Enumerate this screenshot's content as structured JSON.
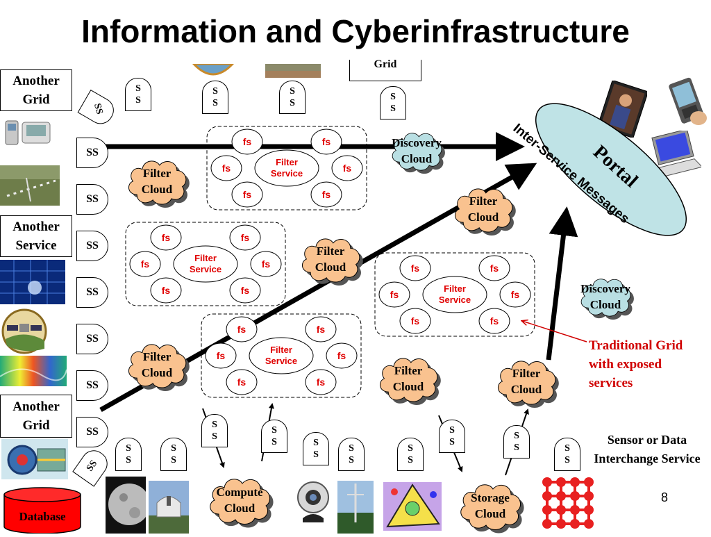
{
  "title": "Information and Cyberinfrastructure",
  "labels": {
    "another_grid_top": "Another Grid",
    "another_service": "Another Service",
    "another_grid_bottom": "Another Grid",
    "grid_top_cut": "Grid",
    "database": "Database",
    "portal": "Portal",
    "inter_service": "Inter-Service Messages",
    "traditional_grid": "Traditional Grid with exposed services",
    "sensor_service": "Sensor or Data Interchange Service",
    "page_number": "8"
  },
  "ss_left": [
    "SS",
    "SS",
    "SS",
    "SS",
    "SS",
    "SS",
    "SS"
  ],
  "ss_vertical_label": "S\nS",
  "ss_rot_label": "SS",
  "clouds": {
    "filter": "Filter Cloud",
    "discovery": "Discovery Cloud",
    "compute": "Compute Cloud",
    "storage": "Storage Cloud"
  },
  "filter_service": {
    "fs": "fs",
    "center": "Filter Service"
  },
  "colors": {
    "filter_cloud": "#f9c28f",
    "discovery_cloud": "#b9dfe3",
    "portal": "#bfe3e6",
    "red_note": "#d00000",
    "database": "#ff0000"
  }
}
